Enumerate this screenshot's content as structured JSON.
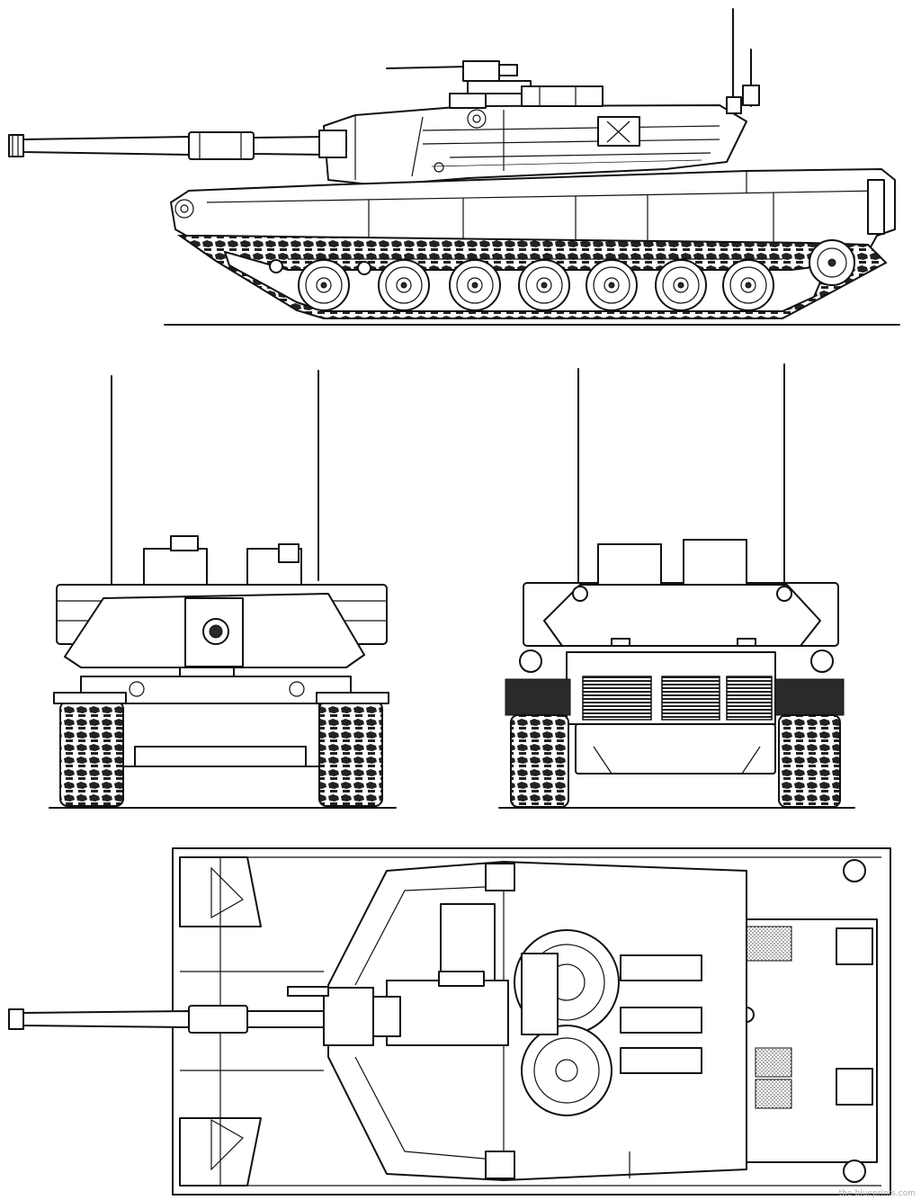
{
  "drawing": {
    "subject": "M1 Abrams main battle tank line drawing",
    "views": [
      "side-view",
      "front-view",
      "rear-view",
      "top-view"
    ],
    "line_color": "#111111",
    "background_color": "#ffffff",
    "road_wheels_per_side": 7
  },
  "watermark": {
    "text": "the-blueprints.com"
  }
}
